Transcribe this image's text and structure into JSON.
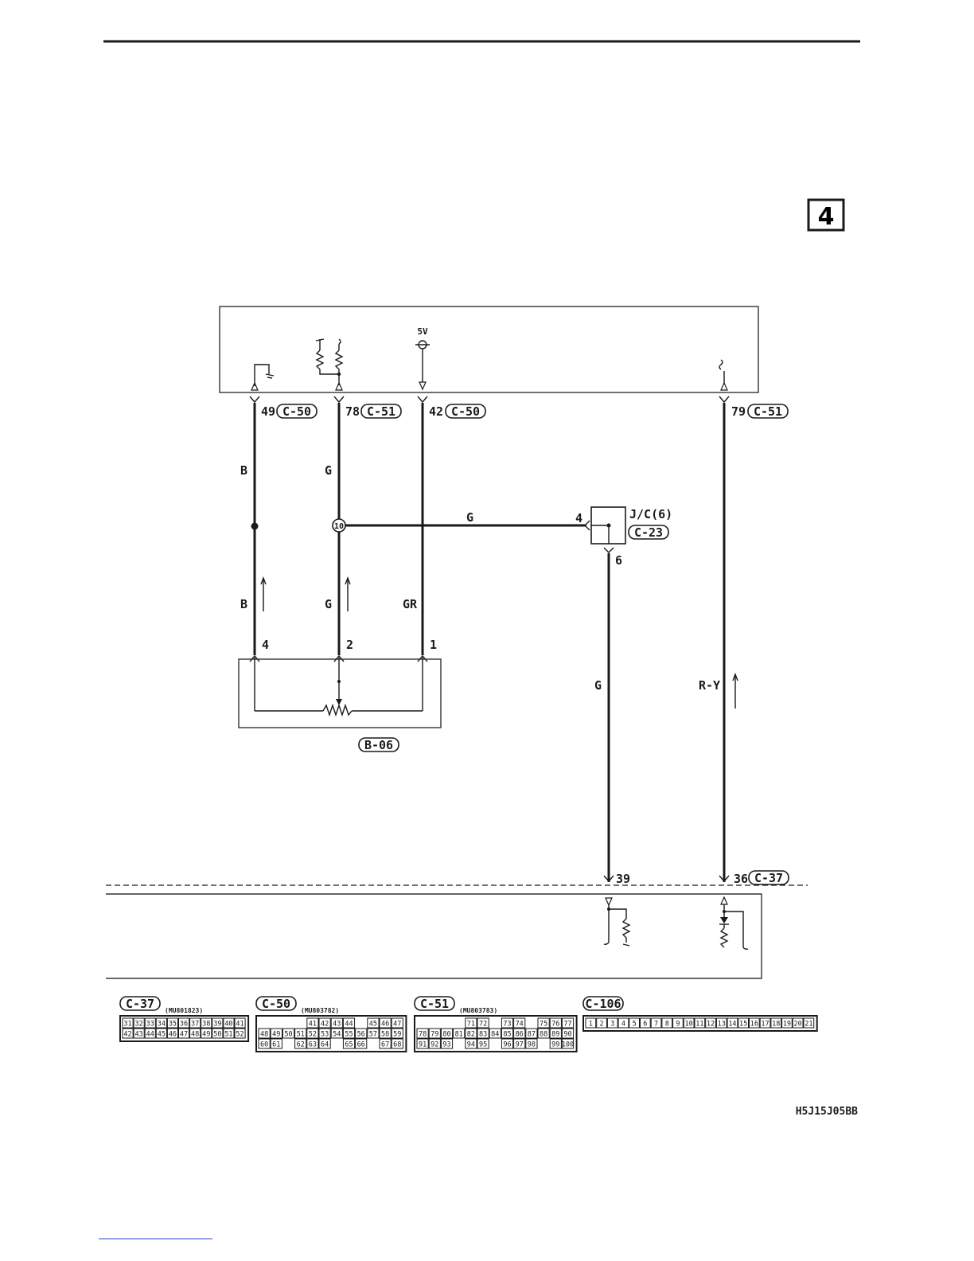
{
  "page_tag": "4",
  "figure_code": "H5J15J05BB",
  "supply_label": "5V",
  "ecu_pins": [
    {
      "pin": "49",
      "connector": "C-50"
    },
    {
      "pin": "78",
      "connector": "C-51"
    },
    {
      "pin": "42",
      "connector": "C-50"
    },
    {
      "pin": "79",
      "connector": "C-51"
    }
  ],
  "wire_colors": {
    "w49_upper": "B",
    "w78_upper": "G",
    "splice_to_jc": "G",
    "w49_lower": "B",
    "w78_lower": "G",
    "w42": "GR",
    "jc_to_39": "G",
    "w79": "R-Y"
  },
  "splice_number": "10",
  "junction": {
    "name": "J/C(6)",
    "connector": "C-23",
    "pin_in": "4",
    "pin_out": "6"
  },
  "sensor": {
    "connector": "B-06",
    "pins": [
      "4",
      "2",
      "1"
    ]
  },
  "lower_module_pins": [
    {
      "pin": "39",
      "connector": ""
    },
    {
      "pin": "36",
      "connector": "C-37"
    }
  ],
  "connector_views": [
    {
      "name": "C-37",
      "part": "(MU801823)",
      "rows": [
        [
          "31",
          "32",
          "33",
          "34",
          "35",
          "36",
          "37",
          "38",
          "39",
          "40",
          "41"
        ],
        [
          "42",
          "43",
          "44",
          "45",
          "46",
          "47",
          "48",
          "49",
          "50",
          "51",
          "52"
        ]
      ]
    },
    {
      "name": "C-50",
      "part": "(MU803782)",
      "rows": [
        [
          "41",
          "42",
          "43",
          "44",
          "",
          "45",
          "46",
          "47"
        ],
        [
          "48",
          "49",
          "50",
          "51",
          "52",
          "53",
          "54",
          "55",
          "56",
          "57",
          "58",
          "59"
        ],
        [
          "60",
          "61",
          "",
          "62",
          "63",
          "64",
          "",
          "65",
          "66",
          "",
          "67",
          "68"
        ]
      ]
    },
    {
      "name": "C-51",
      "part": "(MU803783)",
      "rows": [
        [
          "71",
          "72",
          "",
          "73",
          "74",
          "",
          "75",
          "76",
          "77"
        ],
        [
          "78",
          "79",
          "80",
          "81",
          "82",
          "83",
          "84",
          "85",
          "86",
          "87",
          "88",
          "89",
          "90"
        ],
        [
          "91",
          "92",
          "93",
          "",
          "94",
          "95",
          "",
          "96",
          "97",
          "98",
          "",
          "99",
          "100"
        ]
      ]
    },
    {
      "name": "C-106",
      "part": "",
      "rows": [
        [
          "1",
          "2",
          "3",
          "4",
          "5",
          "6",
          "7",
          "8",
          "9",
          "10",
          "11",
          "12",
          "13",
          "14",
          "15",
          "16",
          "17",
          "18",
          "19",
          "20",
          "21"
        ]
      ]
    }
  ]
}
